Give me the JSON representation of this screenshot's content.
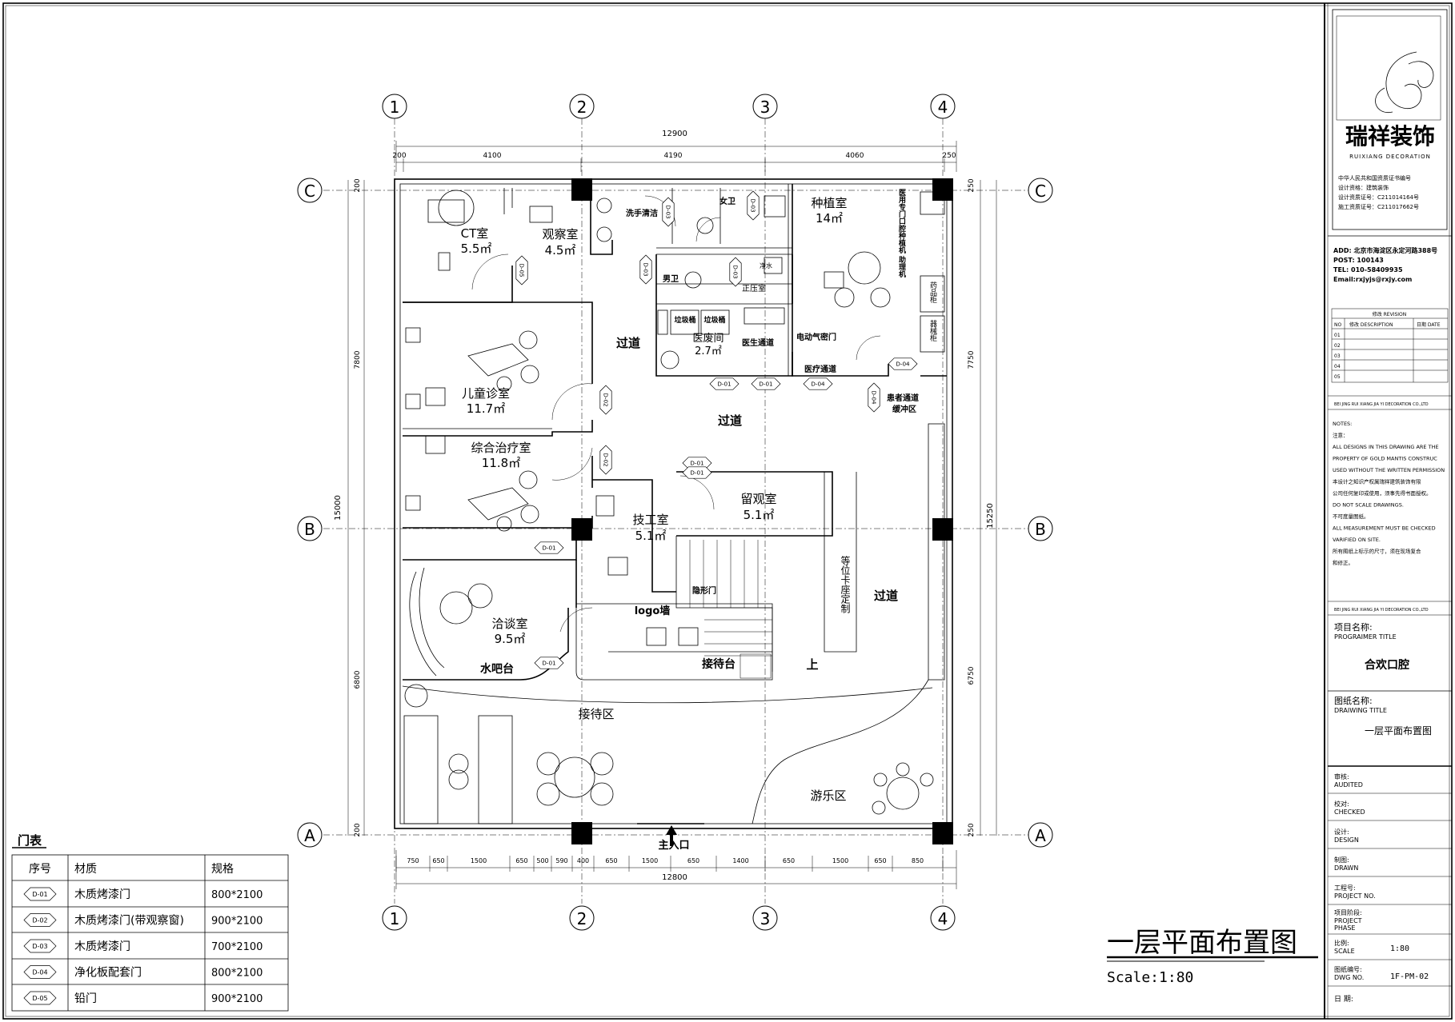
{
  "drawing": {
    "title": "一层平面布置图",
    "scale_text": "Scale:1:80"
  },
  "axes": {
    "vertical": [
      "1",
      "2",
      "3",
      "4"
    ],
    "horizontal": [
      "C",
      "B",
      "A"
    ]
  },
  "dimensions": {
    "top_total": "12900",
    "top_segments": [
      "200",
      "4100",
      "4190",
      "4060",
      "250"
    ],
    "bottom_total": "12800",
    "bottom_segments": [
      "750",
      "650",
      "1500",
      "650",
      "500",
      "590",
      "400",
      "650",
      "1500",
      "650",
      "1400",
      "650",
      "1500",
      "650",
      "850"
    ],
    "left_total": "15000",
    "left_segments": [
      "200",
      "7800",
      "6800",
      "200"
    ],
    "right_total": "15250",
    "right_segments": [
      "250",
      "7750",
      "6750",
      "250"
    ]
  },
  "rooms": {
    "ct": {
      "name": "CT室",
      "area": "5.5㎡"
    },
    "observe": {
      "name": "观察室",
      "area": "4.5㎡"
    },
    "implant": {
      "name": "种植室",
      "area": "14㎡"
    },
    "child": {
      "name": "儿童诊室",
      "area": "11.7㎡"
    },
    "comprehensive": {
      "name": "综合治疗室",
      "area": "11.8㎡"
    },
    "medwaste": {
      "name": "医废间",
      "area": "2.7㎡"
    },
    "tech": {
      "name": "技工室",
      "area": "5.1㎡"
    },
    "stay": {
      "name": "留观室",
      "area": "5.1㎡"
    },
    "consult": {
      "name": "洽谈室",
      "area": "9.5㎡"
    }
  },
  "labels": {
    "corridor": "过道",
    "wash": "洗手清洁",
    "female_wc": "女卫",
    "male_wc": "男卫",
    "clean_room": "正压室",
    "waste_bin": "垃圾桶",
    "doctor_path": "医生通道",
    "auto_door": "电动气密门",
    "med_path": "医疗通道",
    "patient_path": "患者通道",
    "buffer": "缓冲区",
    "logo_wall": "logo墙",
    "reception_desk": "接待台",
    "water_bar": "水吧台",
    "reception_area": "接待区",
    "play_area": "游乐区",
    "main_entry": "主入口",
    "up": "上",
    "hidden_door": "隐形门",
    "bench": "等位卡座定制",
    "net_water": "净水",
    "medicine_cab": "药品柜",
    "instrument_cab": "器械柜",
    "implant_side": "医用专门口腔种植机 助理机"
  },
  "door_tags": [
    "D-01",
    "D-02",
    "D-03",
    "D-04",
    "D-05"
  ],
  "door_table": {
    "title": "门表",
    "headers": [
      "序号",
      "材质",
      "规格"
    ],
    "rows": [
      {
        "tag": "D-01",
        "material": "木质烤漆门",
        "spec": "800*2100"
      },
      {
        "tag": "D-02",
        "material": "木质烤漆门(带观察窗)",
        "spec": "900*2100"
      },
      {
        "tag": "D-03",
        "material": "木质烤漆门",
        "spec": "700*2100"
      },
      {
        "tag": "D-04",
        "material": "净化板配套门",
        "spec": "800*2100"
      },
      {
        "tag": "D-05",
        "material": "铅门",
        "spec": "900*2100"
      }
    ]
  },
  "title_block": {
    "company_logo_text": "瑞祥装饰",
    "company_sub": "RUIXIANG DECORATION",
    "cert_lines": [
      "中华人民共和国资质证书编号",
      "设计资格：建筑装饰",
      "设计资质证号：C211014164号",
      "施工资质证号：C211017662号"
    ],
    "address_lines": [
      "ADD: 北京市海淀区永定河路388号",
      "POST: 100143",
      "TEL: 010-58409935",
      "Email:rxjyjs@rxjy.com"
    ],
    "revision_title": "修改 REVISION",
    "revision_headers": [
      "NO",
      "修改 DESCRIPTION",
      "日期 DATE"
    ],
    "revision_nos": [
      "01",
      "02",
      "03",
      "04",
      "05"
    ],
    "company_line": "BEI JING RUI XIANG JIA YI DECORATION CO.,LTD",
    "notes_lines": [
      "NOTES:",
      "注意：",
      "ALL DESIGNS IN THIS DRAWING ARE THE",
      "PROPERTY OF GOLD MANTIS CONSTRUC",
      "USED WITHOUT THE WRITTEN PERMISSION",
      "本设计之知识产权属瑞祥建筑装饰有限",
      "公司任何复印或使用，须事先得书面授权。",
      "DO NOT SCALE DRAWINGS.",
      "不可度量图纸。",
      "ALL MEASUREMENT MUST BE CHECKED",
      "VARIFIED ON SITE.",
      "所有图纸上标示的尺寸，须在现场复合",
      "和修正。"
    ],
    "project_label": "项目名称:",
    "project_label_en": "PROGRAIMER TITLE",
    "project_name": "合欢口腔",
    "drawing_label": "图纸名称:",
    "drawing_label_en": "DRAIWING TITLE",
    "drawing_name": "一层平面布置图",
    "audited": [
      "审核:",
      "AUDITED"
    ],
    "checked": [
      "校对:",
      "CHECKED"
    ],
    "design": [
      "设计:",
      "DESIGN"
    ],
    "drawn": [
      "制图:",
      "DRAWN"
    ],
    "project_no": [
      "工程号:",
      "PROJECT NO."
    ],
    "phase": [
      "项目阶段:",
      "PROJECT",
      "PHASE"
    ],
    "scale": [
      "比例:",
      "SCALE"
    ],
    "scale_value": "1:80",
    "dwg_no": [
      "图纸编号:",
      "DWG NO."
    ],
    "dwg_value": "1F-PM-02",
    "date": "日 期:"
  }
}
